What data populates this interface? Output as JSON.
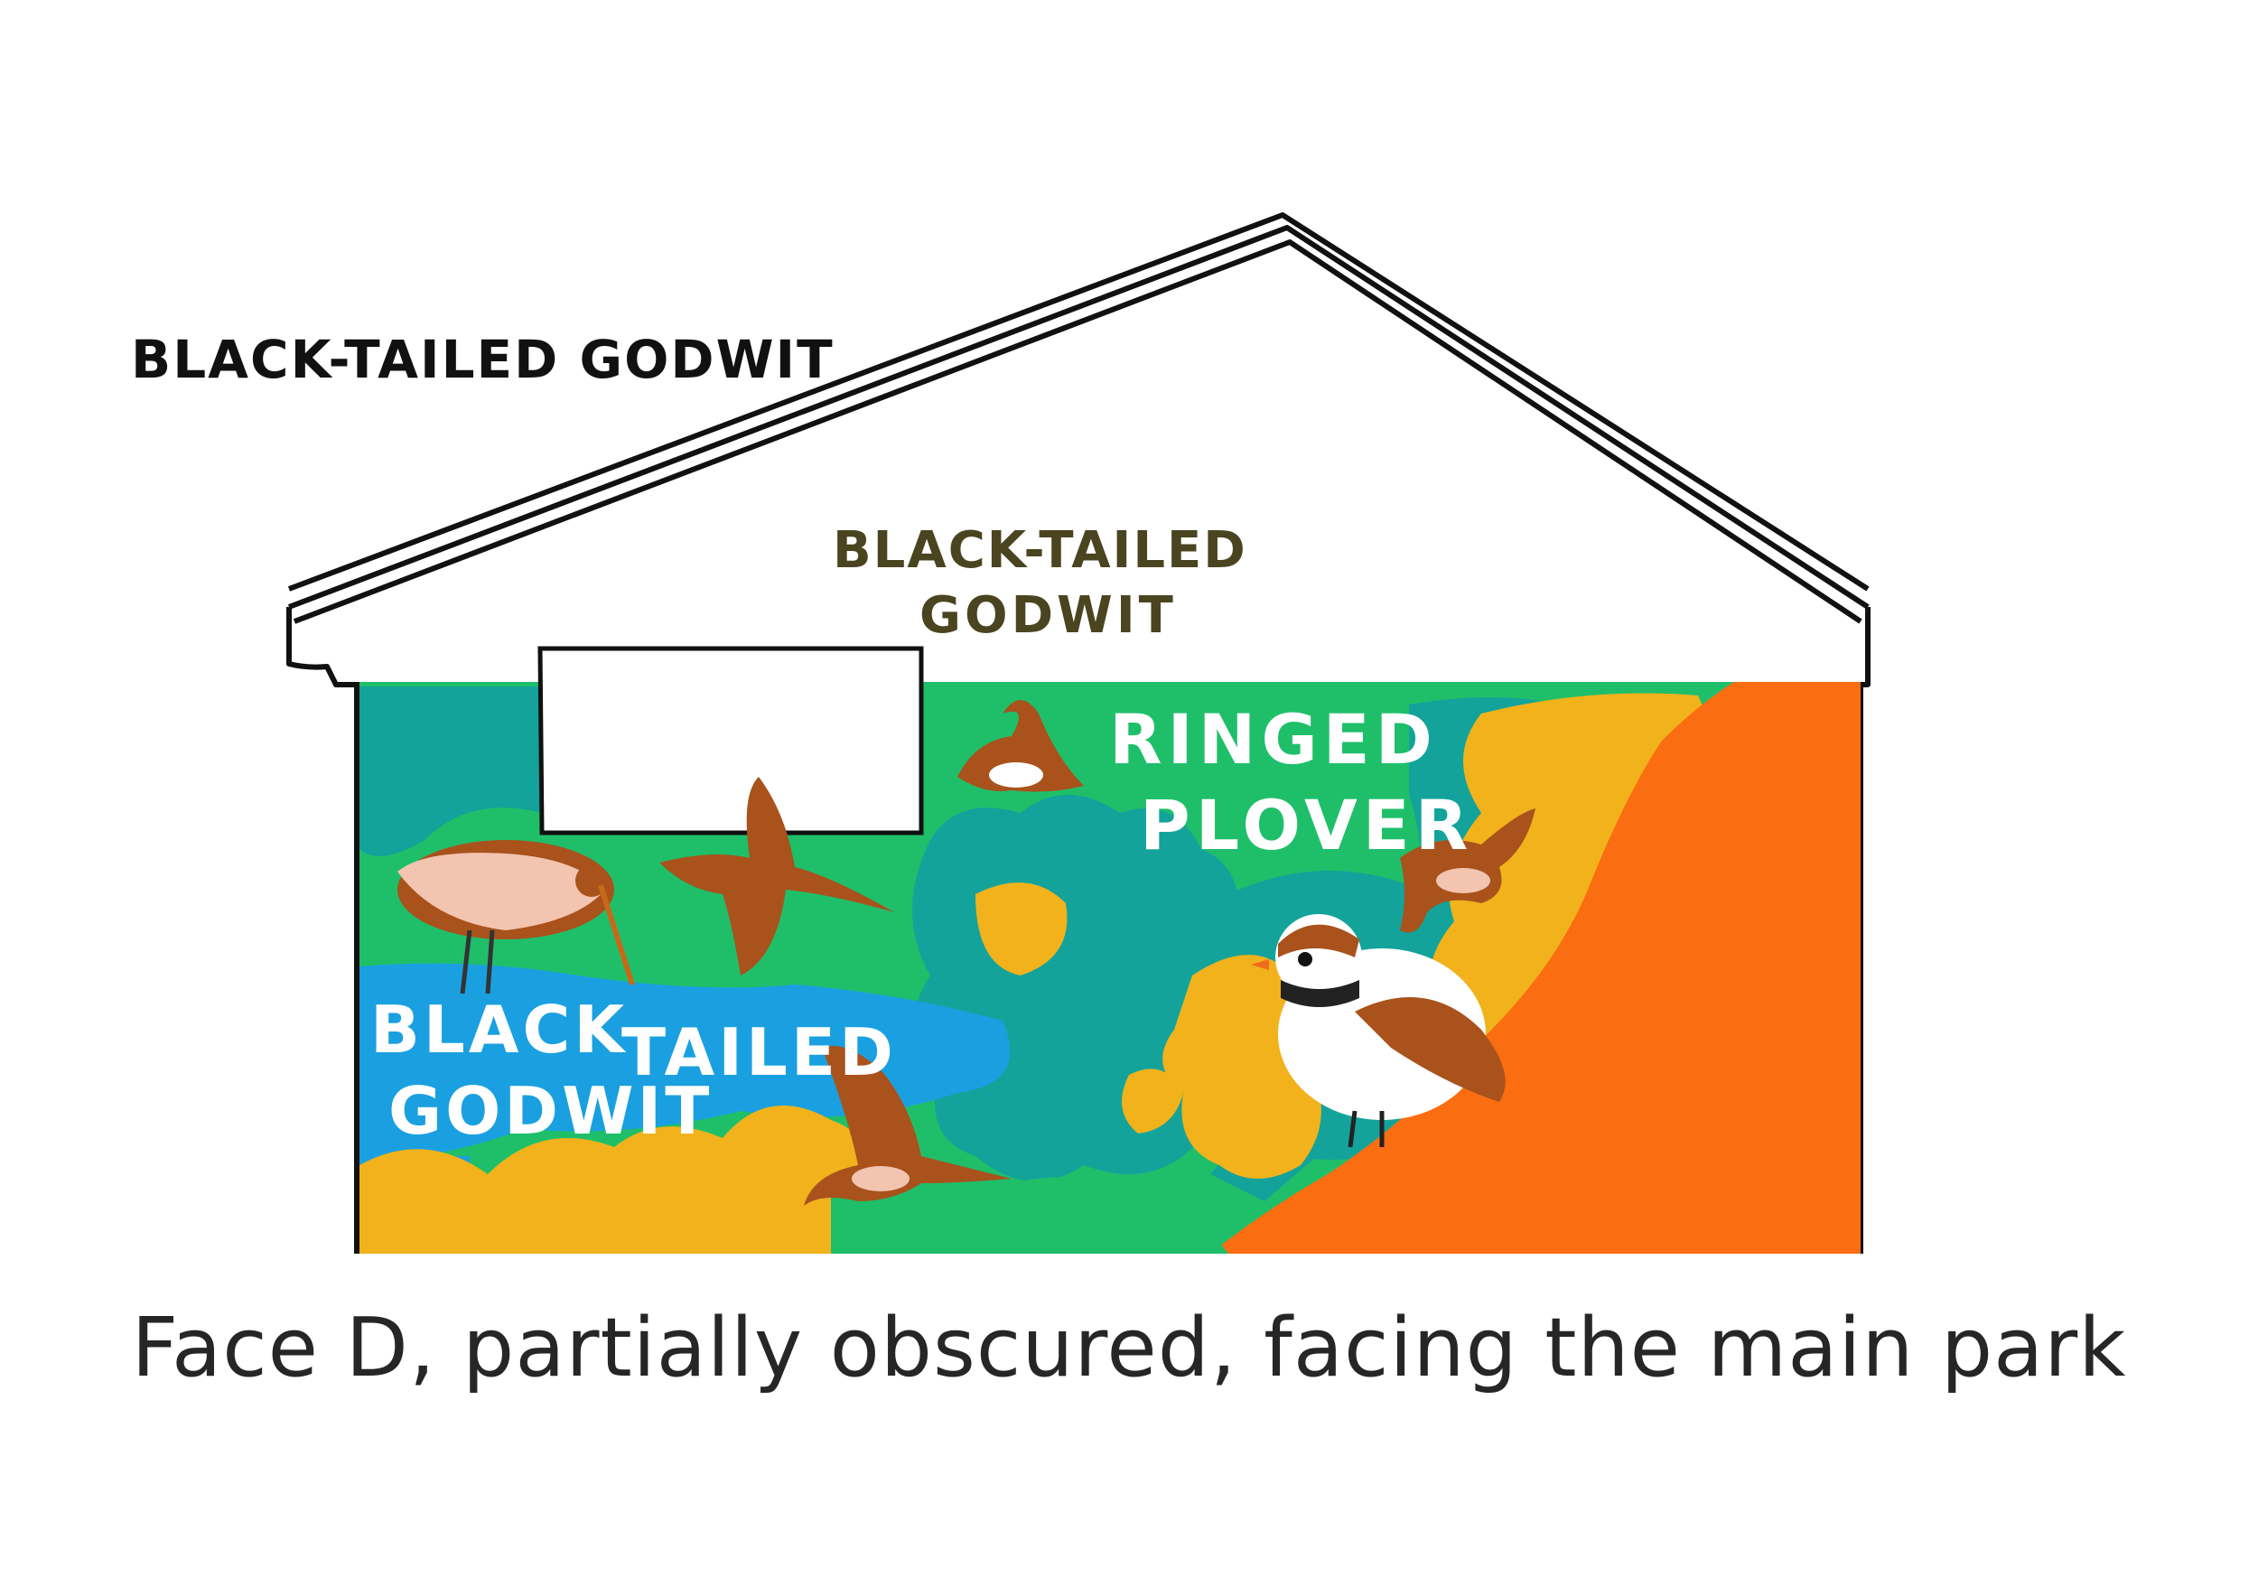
{
  "labels": {
    "outside_godwit": "BLACK-TAILED GODWIT",
    "gable_godwit_line1": "BLACK-TAILED",
    "gable_godwit_line2": "GODWIT",
    "plover_line1": "RINGED",
    "plover_line2": "PLOVER",
    "mural_godwit_line1": "BLACK",
    "mural_godwit_line2": "TAILED",
    "mural_godwit_line3": "GODWIT"
  },
  "caption": "Face D, partially obscured, facing the main park",
  "colors": {
    "green": "#1fbf6a",
    "teal": "#13a39a",
    "blue": "#1aa0e0",
    "yellow": "#f2b21c",
    "orange": "#fb6d11",
    "bird_brown": "#a9521c",
    "outline": "#111111"
  }
}
